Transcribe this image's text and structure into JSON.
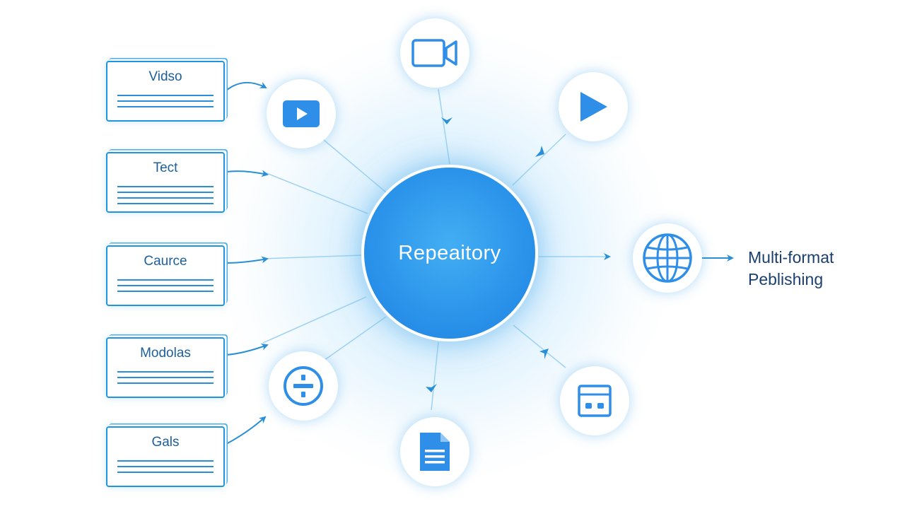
{
  "colors": {
    "accent": "#1e95e0",
    "center_fill": "#2a93ea",
    "text_dark": "#1b3f6e"
  },
  "inputs": [
    {
      "label": "Vidso"
    },
    {
      "label": "Tect"
    },
    {
      "label": "Caurce"
    },
    {
      "label": "Modolas"
    },
    {
      "label": "Gals"
    }
  ],
  "center": {
    "label": "Repeaitory"
  },
  "nodes": [
    {
      "icon": "play-button-icon"
    },
    {
      "icon": "video-camera-icon"
    },
    {
      "icon": "play-triangle-icon"
    },
    {
      "icon": "globe-icon"
    },
    {
      "icon": "panel-icon"
    },
    {
      "icon": "document-icon"
    },
    {
      "icon": "divide-circle-icon"
    }
  ],
  "output": {
    "line1": "Multi-format",
    "line2": "Peblishing"
  }
}
